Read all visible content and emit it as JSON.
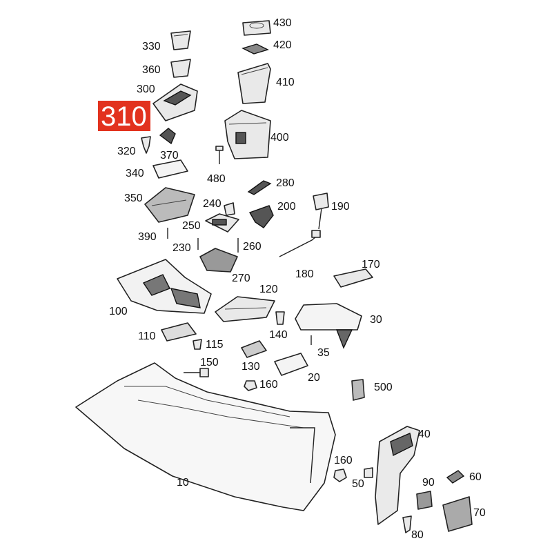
{
  "highlight": {
    "label": "310",
    "color": "#e2321e"
  },
  "callouts": {
    "c430": "430",
    "c420": "420",
    "c410": "410",
    "c400": "400",
    "c330": "330",
    "c360": "360",
    "c300": "300",
    "c320": "320",
    "c370": "370",
    "c340": "340",
    "c480": "480",
    "c280": "280",
    "c190": "190",
    "c350": "350",
    "c240": "240",
    "c200": "200",
    "c250": "250",
    "c390": "390",
    "c230": "230",
    "c260": "260",
    "c180": "180",
    "c170": "170",
    "c270": "270",
    "c100": "100",
    "c120": "120",
    "c30": "30",
    "c110": "110",
    "c115": "115",
    "c140": "140",
    "c35": "35",
    "c130": "130",
    "c20": "20",
    "c150": "150",
    "c160a": "160",
    "c500": "500",
    "c40": "40",
    "c160b": "160",
    "c50": "50",
    "c10": "10",
    "c90": "90",
    "c60": "60",
    "c70": "70",
    "c80": "80"
  }
}
